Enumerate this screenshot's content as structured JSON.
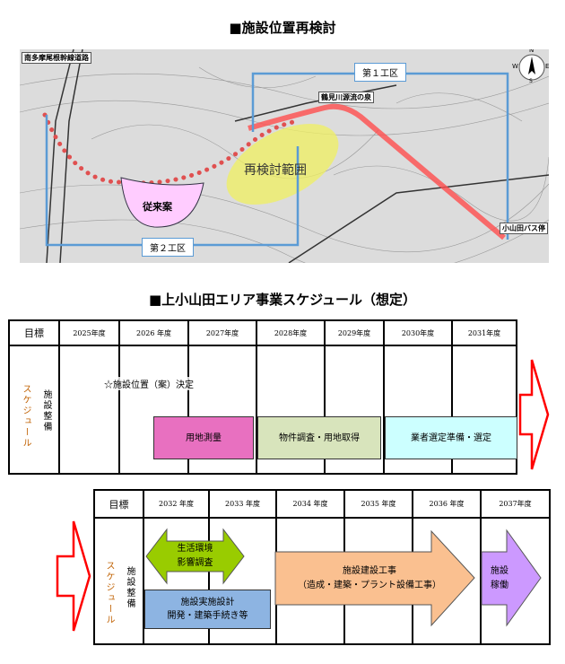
{
  "section1": {
    "title": "■施設位置再検討",
    "map": {
      "road_label": "南多摩尾根幹線道路",
      "zone1_label": "第１工区",
      "zone2_label": "第２工区",
      "spring_label": "鶴見川源流の泉",
      "bus_stop_label": "小山田バス停",
      "review_area_label": "再検討範囲",
      "original_plan_label": "従来案",
      "compass": {
        "n": "N",
        "w": "W",
        "e": "E",
        "s": "S"
      },
      "colors": {
        "zone_line": "#5b9bd5",
        "review_area": "#f0f060",
        "original_plan": "#ffccff",
        "route": "#ff4d4d"
      }
    }
  },
  "section2": {
    "title": "■上小山田エリア事業スケジュール（想定）",
    "table1": {
      "goal_header": "目標",
      "years": [
        "2025年度",
        "2026 年度",
        "2027年度",
        "2028年度",
        "2029年度",
        "2030年度",
        "2031年度"
      ],
      "row_label_schedule": "スケジュール",
      "row_label_facility": "施設整備",
      "milestone": "☆施設位置（案）決定",
      "tasks": [
        {
          "label": "用地測量",
          "color": "#e870c0"
        },
        {
          "label": "物件調査・用地取得",
          "color": "#d8e4bc"
        },
        {
          "label": "業者選定準備・選定",
          "color": "#ccffff"
        }
      ]
    },
    "table2": {
      "goal_header": "目標",
      "years": [
        "2032 年度",
        "2033 年度",
        "2034 年度",
        "2035 年度",
        "2036 年度",
        "2037年度"
      ],
      "row_label_schedule": "スケジュール",
      "row_label_facility": "施設整備",
      "tasks": [
        {
          "label_line1": "生活環境",
          "label_line2": "影響調査",
          "color": "#99cc00"
        },
        {
          "label_line1": "施設実施設計",
          "label_line2": "開発・建築手続き等",
          "color": "#8db4e2"
        },
        {
          "label_line1": "施設建設工事",
          "label_line2": "（造成・建築・プラント設備工事）",
          "color": "#fac090"
        },
        {
          "label_line1": "施設",
          "label_line2": "稼働",
          "color": "#cc99ff"
        }
      ]
    }
  }
}
